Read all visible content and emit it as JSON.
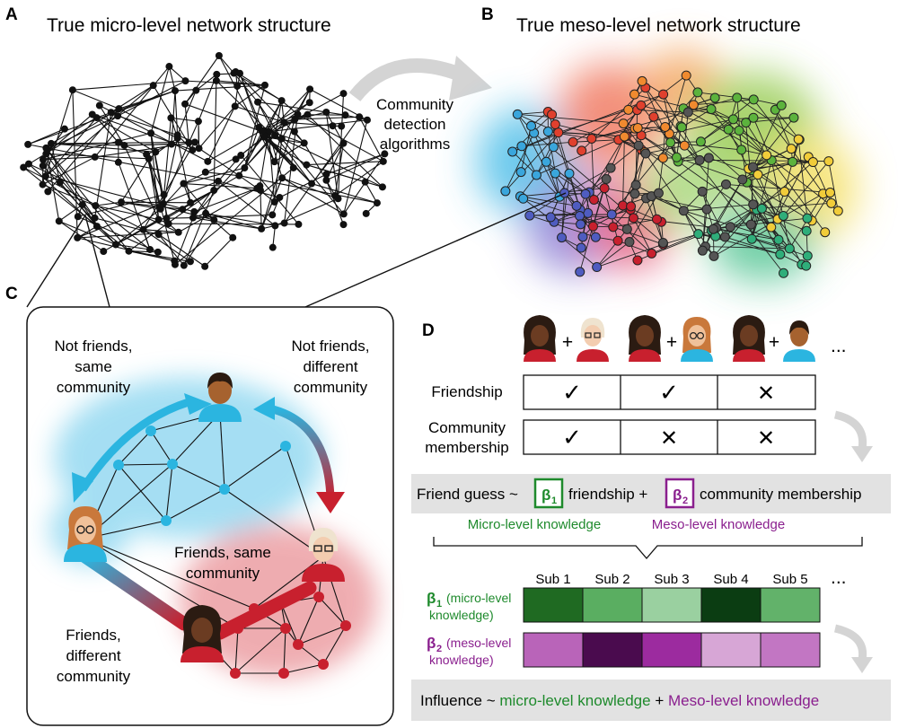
{
  "colors": {
    "accent_blue": "#2bb5e0",
    "accent_red": "#c8202e",
    "micro_green": "#1e8a2c",
    "meso_purple": "#8a1f8e",
    "gray_box": "#e2e2e2",
    "arrow_gray": "#d4d4d4"
  },
  "panelA": {
    "letter": "A",
    "title": "True micro-level network structure"
  },
  "panelB": {
    "letter": "B",
    "title": "True meso-level network structure"
  },
  "arrow_AB": {
    "line1": "Community",
    "line2": "detection",
    "line3": "algorithms"
  },
  "panelC": {
    "letter": "C",
    "label_nf_same": [
      "Not friends,",
      "same",
      "community"
    ],
    "label_nf_diff": [
      "Not friends,",
      "different",
      "community"
    ],
    "label_f_same": [
      "Friends, same",
      "community"
    ],
    "label_f_diff": [
      "Friends,",
      "different",
      "community"
    ]
  },
  "panelD": {
    "letter": "D",
    "pairs_ellipsis": "...",
    "plus": "+",
    "rows": [
      {
        "label": [
          "Friendship"
        ],
        "marks": [
          "check",
          "check",
          "cross"
        ]
      },
      {
        "label": [
          "Community",
          "membership"
        ],
        "marks": [
          "check",
          "cross",
          "cross"
        ]
      }
    ],
    "check_glyph": "✓",
    "cross_glyph": "✕",
    "eq1": {
      "prefix": "Friend guess ~",
      "beta1": "β",
      "sub1": "1",
      "term1": "friendship +",
      "beta2": "β",
      "sub2": "2",
      "term2": "community membership"
    },
    "micro_knowledge": "Micro-level knowledge",
    "meso_knowledge": "Meso-level knowledge",
    "subjects": [
      "Sub 1",
      "Sub 2",
      "Sub 3",
      "Sub 4",
      "Sub 5"
    ],
    "subjects_ellipsis": "...",
    "beta1_row": {
      "beta": "β",
      "sub": "1",
      "line1": "(micro-level",
      "line2": "knowledge)",
      "colors": [
        "#1f6a22",
        "#5aae61",
        "#9ad0a0",
        "#0b3d12",
        "#62b26a"
      ]
    },
    "beta2_row": {
      "beta": "β",
      "sub": "2",
      "line1": "(meso-level",
      "line2": "knowledge)",
      "colors": [
        "#b964b9",
        "#4a0b4e",
        "#9c2b9f",
        "#d7a6d6",
        "#c276c3"
      ]
    },
    "eq2": {
      "prefix": "Influence ~",
      "micro": "micro-level knowledge",
      "plus": "+",
      "meso": "Meso-level knowledge"
    }
  }
}
